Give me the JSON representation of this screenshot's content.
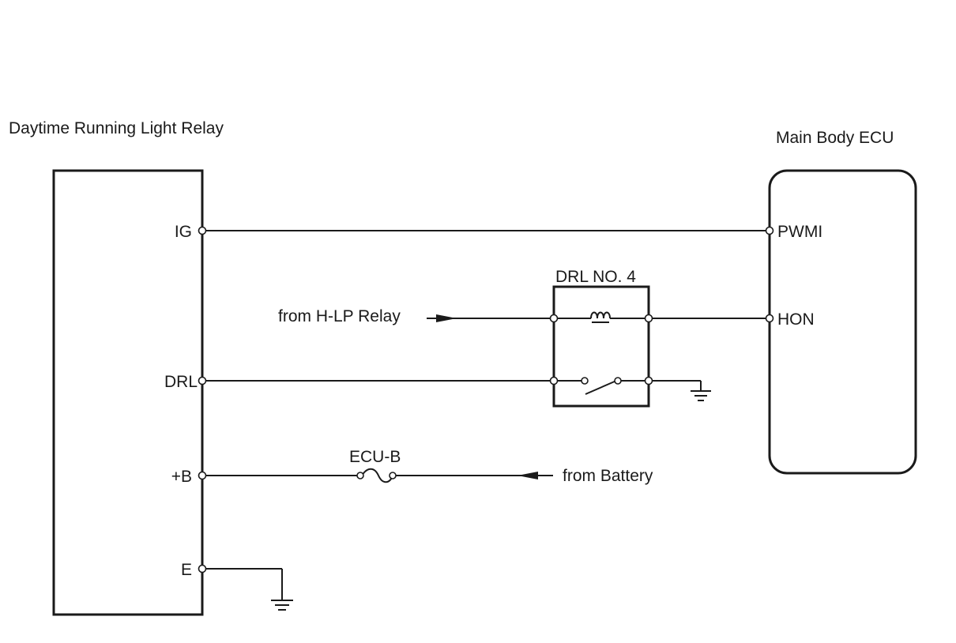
{
  "relay": {
    "title": "Daytime Running Light Relay",
    "pins": {
      "ig": "IG",
      "drl": "DRL",
      "b": "+B",
      "e": "E"
    }
  },
  "ecu": {
    "title": "Main Body ECU",
    "pins": {
      "pwmi": "PWMI",
      "hon": "HON"
    }
  },
  "drl_no4": {
    "label": "DRL NO. 4"
  },
  "fuse": {
    "label": "ECU-B"
  },
  "sources": {
    "hlp_relay": "from H-LP Relay",
    "battery": "from Battery"
  }
}
